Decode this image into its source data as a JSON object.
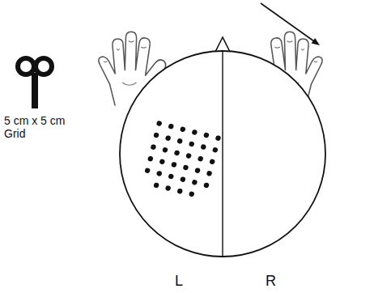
{
  "diagram": {
    "labels": [
      "5 cm x 5 cm Grid",
      "L",
      "R"
    ]
  }
}
